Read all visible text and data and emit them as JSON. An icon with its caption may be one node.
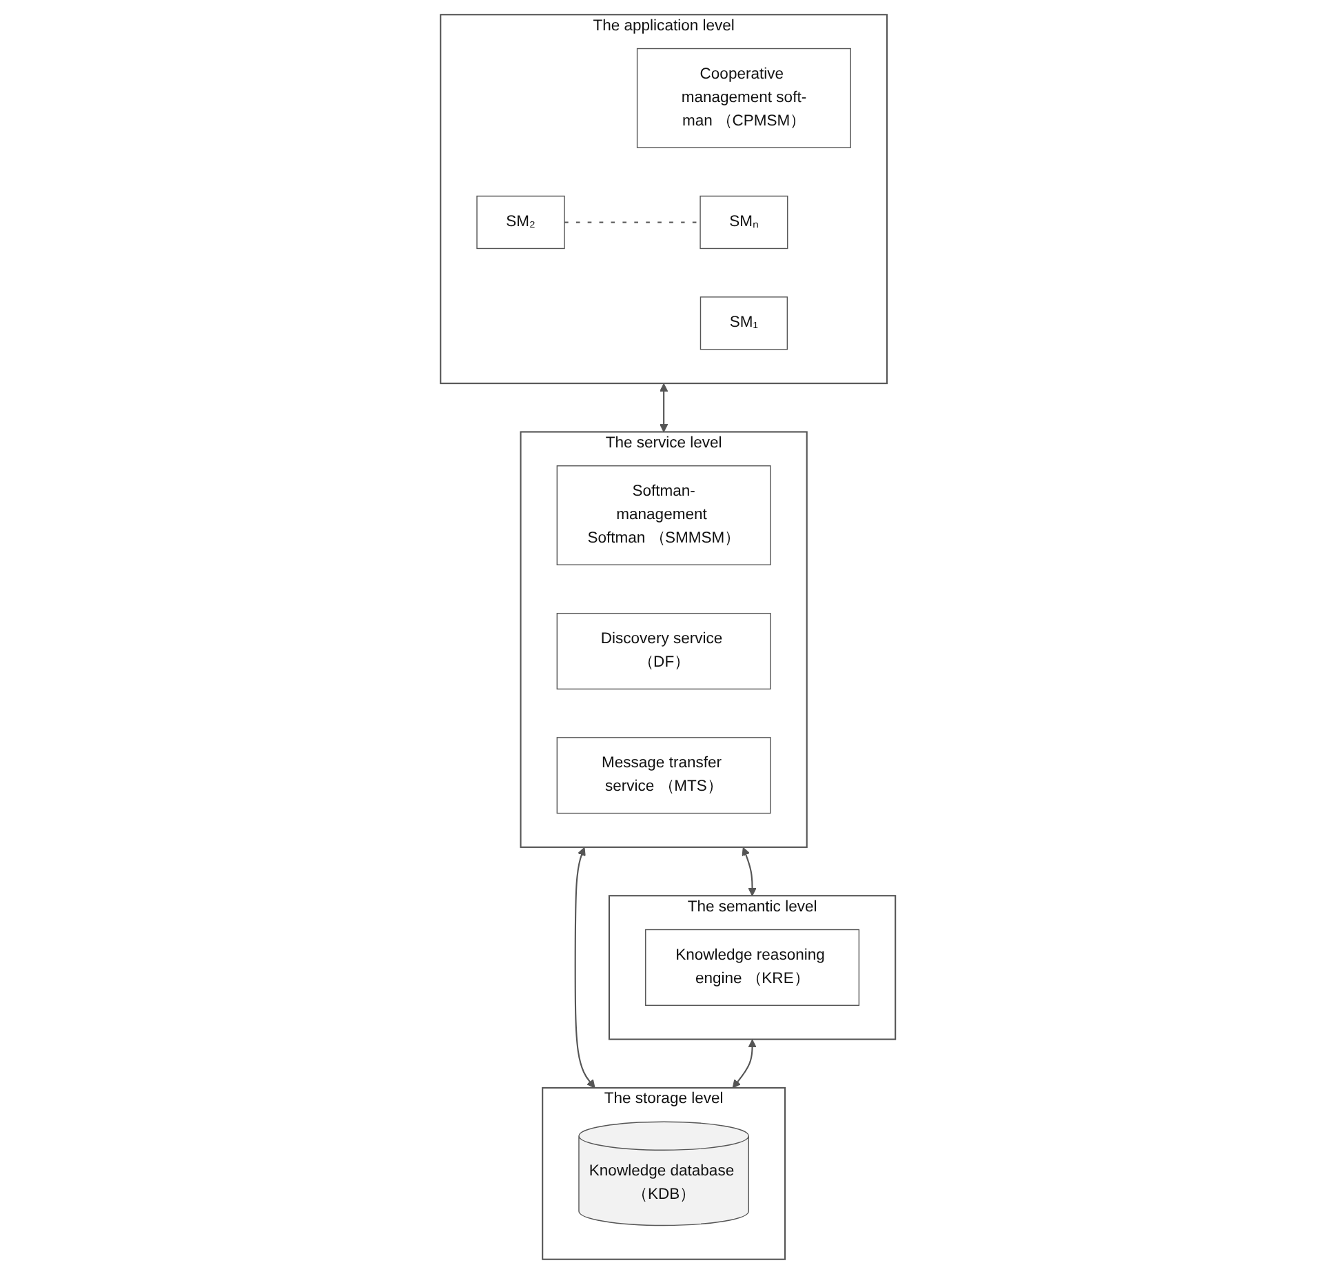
{
  "diagram": {
    "nodes": [
      {
        "text": [
          "The application level"
        ]
      },
      {
        "text": [
          "Cooperative management soft-man （CPMSM）"
        ],
        "in": 0
      },
      {
        "text": [
          "SM₁"
        ],
        "in": 0
      },
      {
        "text": [
          "SM₂"
        ],
        "in": 0
      },
      {
        "text": [
          "SMₙ"
        ],
        "in": 0
      },
      {
        "text": [
          "The service level"
        ]
      },
      {
        "text": [
          "Softman-management Softman （SMMSM）"
        ],
        "in": 5
      },
      {
        "text": [
          "Discovery service （DF）"
        ],
        "in": 5
      },
      {
        "text": [
          "Message transfer service （MTS）"
        ],
        "in": 5
      },
      {
        "text": [
          "The semantic level"
        ]
      },
      {
        "text": [
          "Knowledge reasoning engine （KRE）"
        ],
        "in": 9
      },
      {
        "text": [
          "The storage level"
        ]
      },
      {
        "text": [
          "Knowledge database （KDB）"
        ],
        "in": 11
      }
    ],
    "edges": [
      {
        "from": 3,
        "to": 4,
        "arrow": "none",
        "style": "dashed"
      },
      {
        "from": 0,
        "to": 5,
        "arrow": "both"
      },
      {
        "from": 5,
        "to": 9,
        "arrow": "both"
      },
      {
        "from": 5,
        "to": 11,
        "arrow": "both"
      },
      {
        "from": 9,
        "to": 11,
        "arrow": "both"
      }
    ]
  }
}
